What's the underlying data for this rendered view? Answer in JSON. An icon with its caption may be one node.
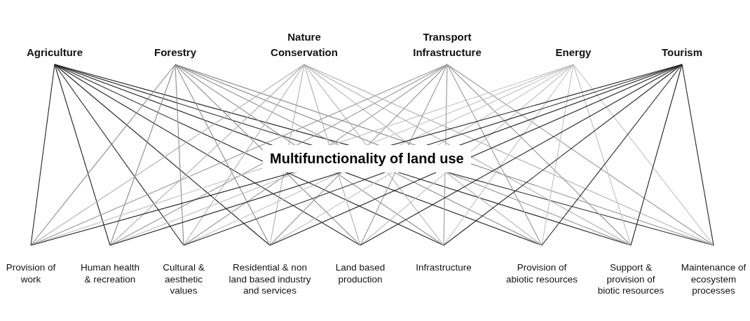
{
  "diagram": {
    "nodes": [
      {
        "text": [
          "Agriculture"
        ]
      },
      {
        "text": [
          "Forestry"
        ]
      },
      {
        "text": [
          "Nature Conservation"
        ]
      },
      {
        "text": [
          "Transport Infrastructure"
        ]
      },
      {
        "text": [
          "Energy"
        ]
      },
      {
        "text": [
          "Tourism"
        ]
      },
      {
        "text": [
          "Provision of work"
        ]
      },
      {
        "text": [
          "Human health & recreation"
        ]
      },
      {
        "text": [
          "Cultural & aesthetic values"
        ]
      },
      {
        "text": [
          "Residential & non land based industry and services"
        ]
      },
      {
        "text": [
          "Land based production"
        ]
      },
      {
        "text": [
          "Infrastructure"
        ]
      },
      {
        "text": [
          "Provision of abiotic resources"
        ]
      },
      {
        "text": [
          "Support & provision of biotic resources"
        ]
      },
      {
        "text": [
          "Maintenance of ecosystem processes"
        ]
      }
    ],
    "edges": [
      {
        "from": 0,
        "to": 6,
        "arrow": "none"
      },
      {
        "from": 0,
        "to": 7,
        "arrow": "none"
      },
      {
        "from": 0,
        "to": 8,
        "arrow": "none"
      },
      {
        "from": 0,
        "to": 9,
        "arrow": "none"
      },
      {
        "from": 0,
        "to": 10,
        "arrow": "none"
      },
      {
        "from": 0,
        "to": 11,
        "arrow": "none"
      },
      {
        "from": 0,
        "to": 12,
        "arrow": "none"
      },
      {
        "from": 0,
        "to": 13,
        "arrow": "none"
      },
      {
        "from": 0,
        "to": 14,
        "arrow": "none"
      },
      {
        "from": 1,
        "to": 6,
        "arrow": "none",
        "color": "#8a8a8a"
      },
      {
        "from": 1,
        "to": 7,
        "arrow": "none",
        "color": "#8a8a8a"
      },
      {
        "from": 1,
        "to": 8,
        "arrow": "none",
        "color": "#8a8a8a"
      },
      {
        "from": 1,
        "to": 9,
        "arrow": "none",
        "color": "#8a8a8a"
      },
      {
        "from": 1,
        "to": 10,
        "arrow": "none",
        "color": "#8a8a8a"
      },
      {
        "from": 1,
        "to": 11,
        "arrow": "none",
        "color": "#8a8a8a"
      },
      {
        "from": 1,
        "to": 12,
        "arrow": "none",
        "color": "#8a8a8a"
      },
      {
        "from": 1,
        "to": 13,
        "arrow": "none",
        "color": "#8a8a8a"
      },
      {
        "from": 1,
        "to": 14,
        "arrow": "none",
        "color": "#8a8a8a"
      },
      {
        "from": 2,
        "to": 6,
        "arrow": "none",
        "color": "#b0b0b0"
      },
      {
        "from": 2,
        "to": 7,
        "arrow": "none",
        "color": "#b0b0b0"
      },
      {
        "from": 2,
        "to": 8,
        "arrow": "none",
        "color": "#b0b0b0"
      },
      {
        "from": 2,
        "to": 9,
        "arrow": "none",
        "color": "#b0b0b0"
      },
      {
        "from": 2,
        "to": 10,
        "arrow": "none",
        "color": "#b0b0b0"
      },
      {
        "from": 2,
        "to": 11,
        "arrow": "none",
        "color": "#b0b0b0"
      },
      {
        "from": 2,
        "to": 12,
        "arrow": "none",
        "color": "#b0b0b0"
      },
      {
        "from": 2,
        "to": 13,
        "arrow": "none",
        "color": "#b0b0b0"
      },
      {
        "from": 2,
        "to": 14,
        "arrow": "none",
        "color": "#b0b0b0"
      },
      {
        "from": 3,
        "to": 6,
        "arrow": "none",
        "color": "#999999"
      },
      {
        "from": 3,
        "to": 7,
        "arrow": "none",
        "color": "#999999"
      },
      {
        "from": 3,
        "to": 8,
        "arrow": "none",
        "color": "#999999"
      },
      {
        "from": 3,
        "to": 9,
        "arrow": "none",
        "color": "#999999"
      },
      {
        "from": 3,
        "to": 10,
        "arrow": "none",
        "color": "#999999"
      },
      {
        "from": 3,
        "to": 11,
        "arrow": "none",
        "color": "#999999"
      },
      {
        "from": 3,
        "to": 12,
        "arrow": "none",
        "color": "#999999"
      },
      {
        "from": 3,
        "to": 13,
        "arrow": "none",
        "color": "#999999"
      },
      {
        "from": 3,
        "to": 14,
        "arrow": "none",
        "color": "#999999"
      },
      {
        "from": 4,
        "to": 6,
        "arrow": "none",
        "color": "#c0c0c0"
      },
      {
        "from": 4,
        "to": 7,
        "arrow": "none",
        "color": "#c0c0c0"
      },
      {
        "from": 4,
        "to": 8,
        "arrow": "none",
        "color": "#c0c0c0"
      },
      {
        "from": 4,
        "to": 9,
        "arrow": "none",
        "color": "#c0c0c0"
      },
      {
        "from": 4,
        "to": 10,
        "arrow": "none",
        "color": "#c0c0c0"
      },
      {
        "from": 4,
        "to": 11,
        "arrow": "none",
        "color": "#c0c0c0"
      },
      {
        "from": 4,
        "to": 12,
        "arrow": "none",
        "color": "#c0c0c0"
      },
      {
        "from": 4,
        "to": 13,
        "arrow": "none",
        "color": "#c0c0c0"
      },
      {
        "from": 4,
        "to": 14,
        "arrow": "none",
        "color": "#c0c0c0"
      },
      {
        "from": 5,
        "to": 6,
        "arrow": "none"
      },
      {
        "from": 5,
        "to": 7,
        "arrow": "none"
      },
      {
        "from": 5,
        "to": 8,
        "arrow": "none"
      },
      {
        "from": 5,
        "to": 9,
        "arrow": "none"
      },
      {
        "from": 5,
        "to": 10,
        "arrow": "none"
      },
      {
        "from": 5,
        "to": 11,
        "arrow": "none"
      },
      {
        "from": 5,
        "to": 12,
        "arrow": "none"
      },
      {
        "from": 5,
        "to": 13,
        "arrow": "none"
      },
      {
        "from": 5,
        "to": 14,
        "arrow": "none"
      }
    ],
    "labels": [
      "Multifunctionality of land use"
    ]
  }
}
